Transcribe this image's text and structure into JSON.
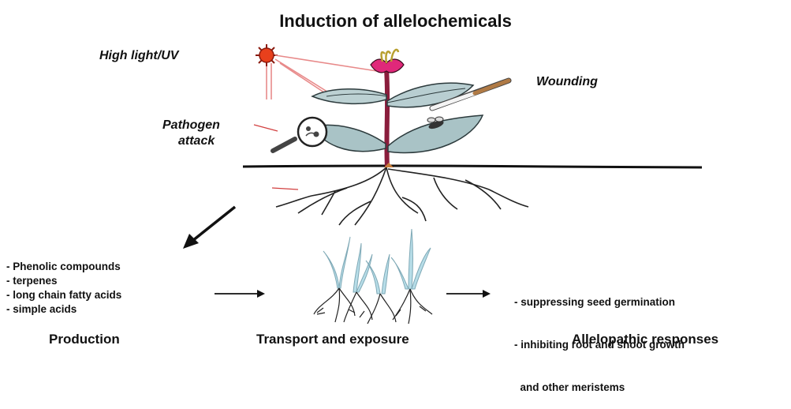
{
  "title": "Induction of allelochemicals",
  "triggers": {
    "light": "High light/UV",
    "wounding": "Wounding",
    "pathogen_line1": "Pathogen",
    "pathogen_line2": "attack"
  },
  "production_compounds": [
    "- Phenolic compounds",
    "- terpenes",
    "- long chain fatty acids",
    "- simple acids"
  ],
  "responses": [
    "- suppressing seed germination",
    "- inhibiting root and shoot growth",
    "  and other meristems"
  ],
  "stages": {
    "production": "Production",
    "transport": "Transport and exposure",
    "responses": "Allelopathic responses"
  },
  "colors": {
    "sun": "#e8401c",
    "flower": "#e0287a",
    "stem": "#8a1d3c",
    "leaf": "#a9c3c6",
    "rays": "#e88a8a",
    "seedling": "#a9d4e0"
  }
}
